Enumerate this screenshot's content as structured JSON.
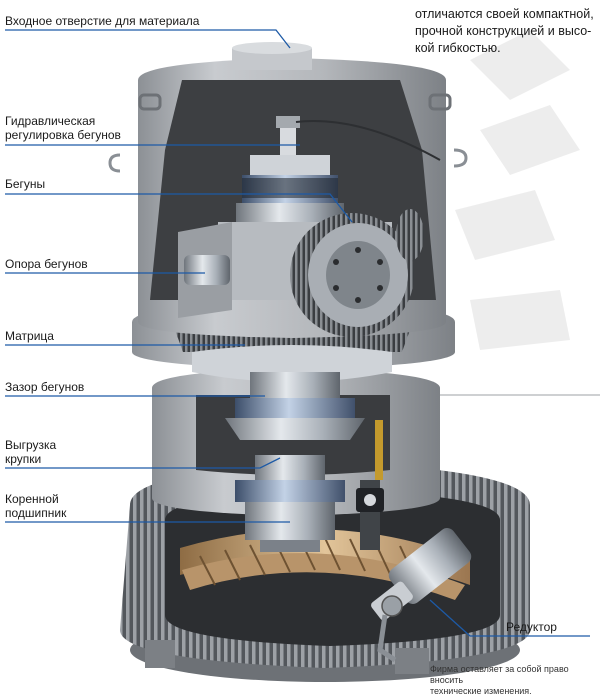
{
  "intro_text": [
    "отличаются своей компактной,",
    "прочной конструкцией и высо-",
    "кой гибкостью."
  ],
  "labels": {
    "inlet": "Входное отверстие для материала",
    "hydraulic_1": "Гидравлическая",
    "hydraulic_2": "регулировка бегунов",
    "rollers": "Бегуны",
    "roller_support": "Опора бегунов",
    "die": "Матрица",
    "roller_gap": "Зазор бегунов",
    "discharge_1": "Выгрузка",
    "discharge_2": "крупки",
    "bearing_1": "Коренной",
    "bearing_2": "подшипник",
    "gearbox": "Редуктор"
  },
  "disclaimer": [
    "Фирма оставляет за собой право вносить",
    "технические изменения."
  ],
  "colors": {
    "accent_line": "#1d5aa6",
    "housing": "#b9bcc0",
    "housing_dark": "#8e9297",
    "interior": "#3d3f42",
    "roller": "#22262c",
    "gear": "#c9a77c"
  }
}
